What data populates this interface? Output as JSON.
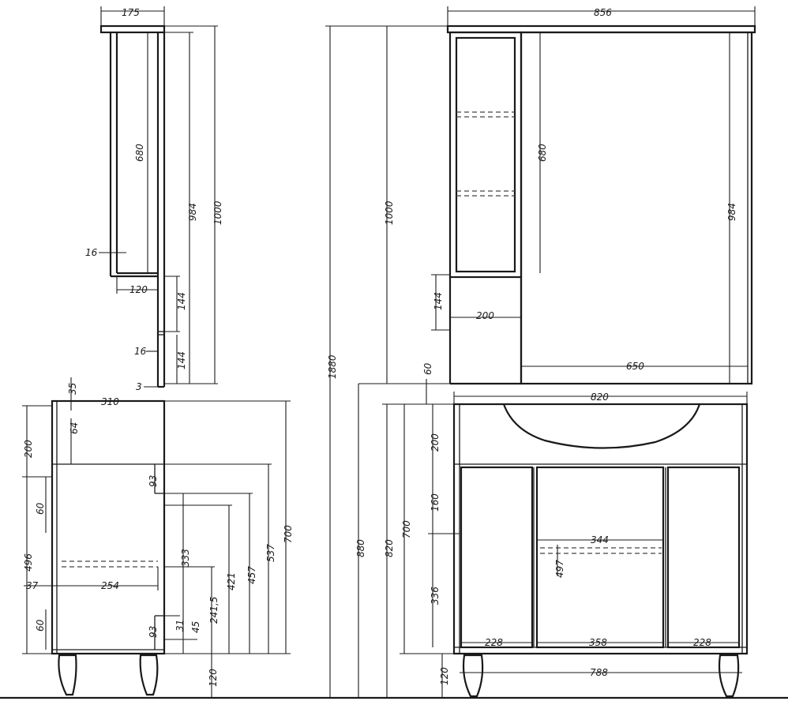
{
  "dimensions": {
    "side_top_width": "175",
    "side_height_680": "680",
    "side_height_984": "984",
    "side_height_1000": "1000",
    "side_wall_16a": "16",
    "side_depth_120": "120",
    "side_gap_144a": "144",
    "side_wall_16b": "16",
    "side_gap_144b": "144",
    "side_gap_3": "3",
    "front_top_width": "856",
    "front_height_1000": "1000",
    "front_height_680": "680",
    "front_height_984": "984",
    "front_gap_144": "144",
    "front_shelf_200": "200",
    "front_mirror_650": "650",
    "total_height_1880": "1880",
    "gap_60": "60",
    "vanity_side_top_35": "35",
    "vanity_side_depth_310": "310",
    "vanity_side_64": "64",
    "vanity_side_200": "200",
    "vanity_side_93a": "93",
    "vanity_side_60a": "60",
    "vanity_side_496": "496",
    "vanity_side_333": "333",
    "vanity_side_421": "421",
    "vanity_side_457": "457",
    "vanity_side_537": "537",
    "vanity_side_700": "700",
    "vanity_side_37": "37",
    "vanity_side_254": "254",
    "vanity_side_241_5": "241,5",
    "vanity_side_60b": "60",
    "vanity_side_93b": "93",
    "vanity_side_31": "31",
    "vanity_side_45": "45",
    "vanity_side_120": "120",
    "vanity_front_820w": "820",
    "vanity_front_880": "880",
    "vanity_front_820h": "820",
    "vanity_front_700": "700",
    "vanity_front_200": "200",
    "vanity_front_160": "160",
    "vanity_front_336": "336",
    "vanity_front_344": "344",
    "vanity_front_497": "497",
    "vanity_front_228a": "228",
    "vanity_front_358": "358",
    "vanity_front_228b": "228",
    "vanity_front_120": "120",
    "vanity_front_788": "788"
  }
}
